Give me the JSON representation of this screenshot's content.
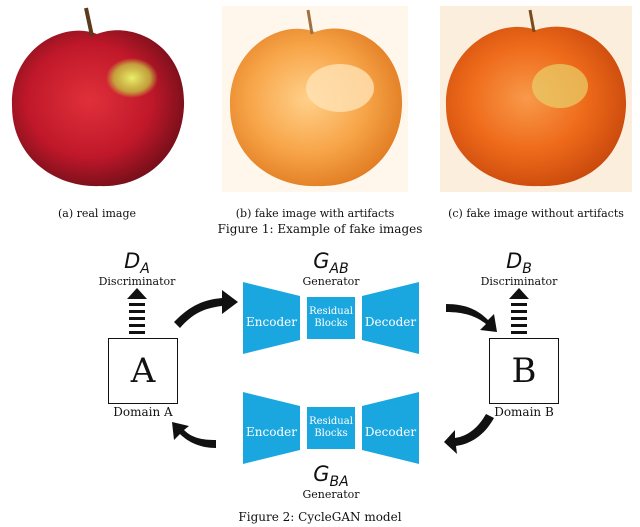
{
  "figure1": {
    "captions": [
      "(a) real image",
      "(b) fake image with artifacts",
      "(c) fake image without artifacts"
    ],
    "title": "Figure 1: Example of fake images"
  },
  "figure2": {
    "d_a": {
      "symbol": "D",
      "sub": "A",
      "label": "Discriminator"
    },
    "d_b": {
      "symbol": "D",
      "sub": "B",
      "label": "Discriminator"
    },
    "g_ab": {
      "symbol": "G",
      "sub": "AB",
      "label": "Generator"
    },
    "g_ba": {
      "symbol": "G",
      "sub": "BA",
      "label": "Generator"
    },
    "encoder": "Encoder",
    "decoder": "Decoder",
    "residual": [
      "Residual",
      "Blocks"
    ],
    "box_a": "A",
    "box_b": "B",
    "domain_a": "Domain A",
    "domain_b": "Domain B",
    "title": "Figure 2: CycleGAN model",
    "colors": {
      "block": "#1aa7e0",
      "arrow": "#111111"
    }
  }
}
